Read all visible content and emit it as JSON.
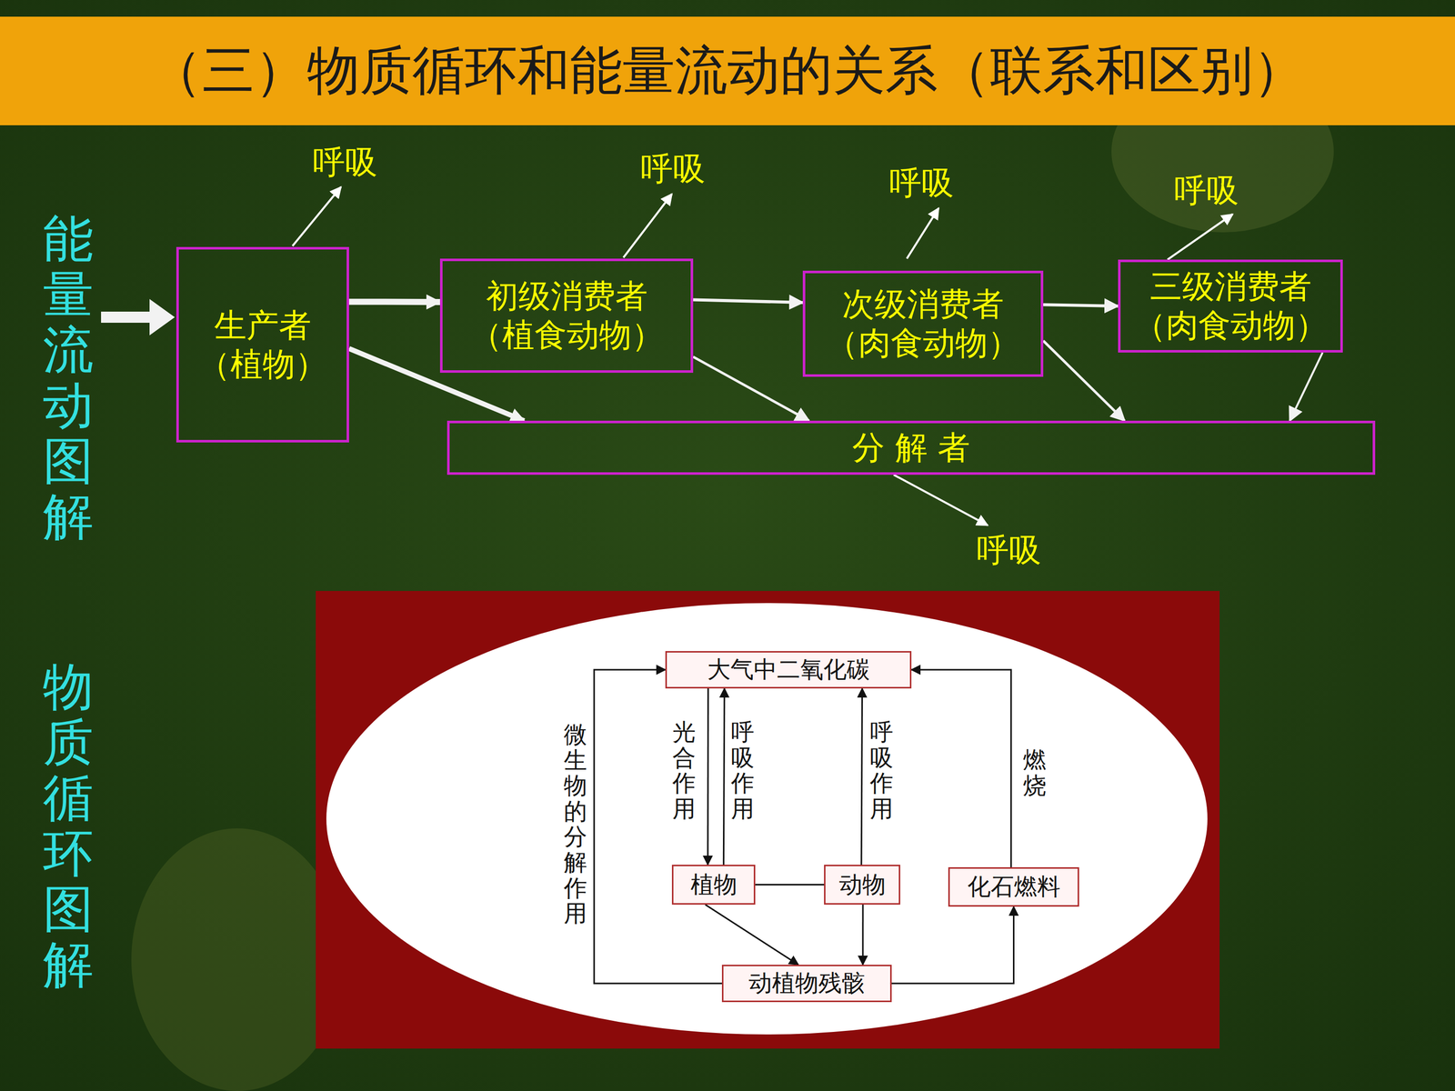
{
  "diagram": {
    "title": "（三）物质循环和能量流动的关系（联系和区别）",
    "nodes": [
      {
        "text": [
          "生产者",
          "（植物）"
        ]
      },
      {
        "text": [
          "初级消费者",
          "（植食动物）"
        ]
      },
      {
        "text": [
          "次级消费者",
          "（肉食动物）"
        ]
      },
      {
        "text": [
          "三级消费者",
          "（肉食动物）"
        ]
      },
      {
        "text": [
          "分 解 者"
        ]
      },
      {
        "text": [
          "大气中二氧化碳"
        ]
      },
      {
        "text": [
          "植物"
        ]
      },
      {
        "text": [
          "动物"
        ]
      },
      {
        "text": [
          "化石燃料"
        ]
      },
      {
        "text": [
          "动植物残骸"
        ]
      }
    ],
    "edges": [
      {
        "from": 0,
        "to": 1,
        "arrow": "to"
      },
      {
        "from": 1,
        "to": 2,
        "arrow": "to"
      },
      {
        "from": 2,
        "to": 3,
        "arrow": "to"
      },
      {
        "from": 0,
        "to": 4,
        "arrow": "to"
      },
      {
        "from": 1,
        "to": 4,
        "arrow": "to"
      },
      {
        "from": 2,
        "to": 4,
        "arrow": "to"
      },
      {
        "from": 3,
        "to": 4,
        "arrow": "to"
      },
      {
        "from": 6,
        "to": 5,
        "label": "呼吸作用",
        "arrow": "to"
      },
      {
        "from": 5,
        "to": 6,
        "label": "光合作用",
        "arrow": "to"
      },
      {
        "from": 7,
        "to": 5,
        "label": "呼吸作用",
        "arrow": "to"
      },
      {
        "from": 8,
        "to": 5,
        "label": "燃烧",
        "arrow": "to"
      },
      {
        "from": 9,
        "to": 5,
        "label": "微生物的分解作用",
        "arrow": "to"
      },
      {
        "from": 6,
        "to": 7,
        "arrow": "none"
      },
      {
        "from": 6,
        "to": 9,
        "arrow": "to"
      },
      {
        "from": 7,
        "to": 9,
        "arrow": "to"
      },
      {
        "from": 9,
        "to": 8,
        "arrow": "to"
      }
    ],
    "labels": [
      "能量流动图解",
      "呼吸",
      "呼吸",
      "呼吸",
      "呼吸",
      "呼吸",
      "物质循环图解"
    ]
  }
}
